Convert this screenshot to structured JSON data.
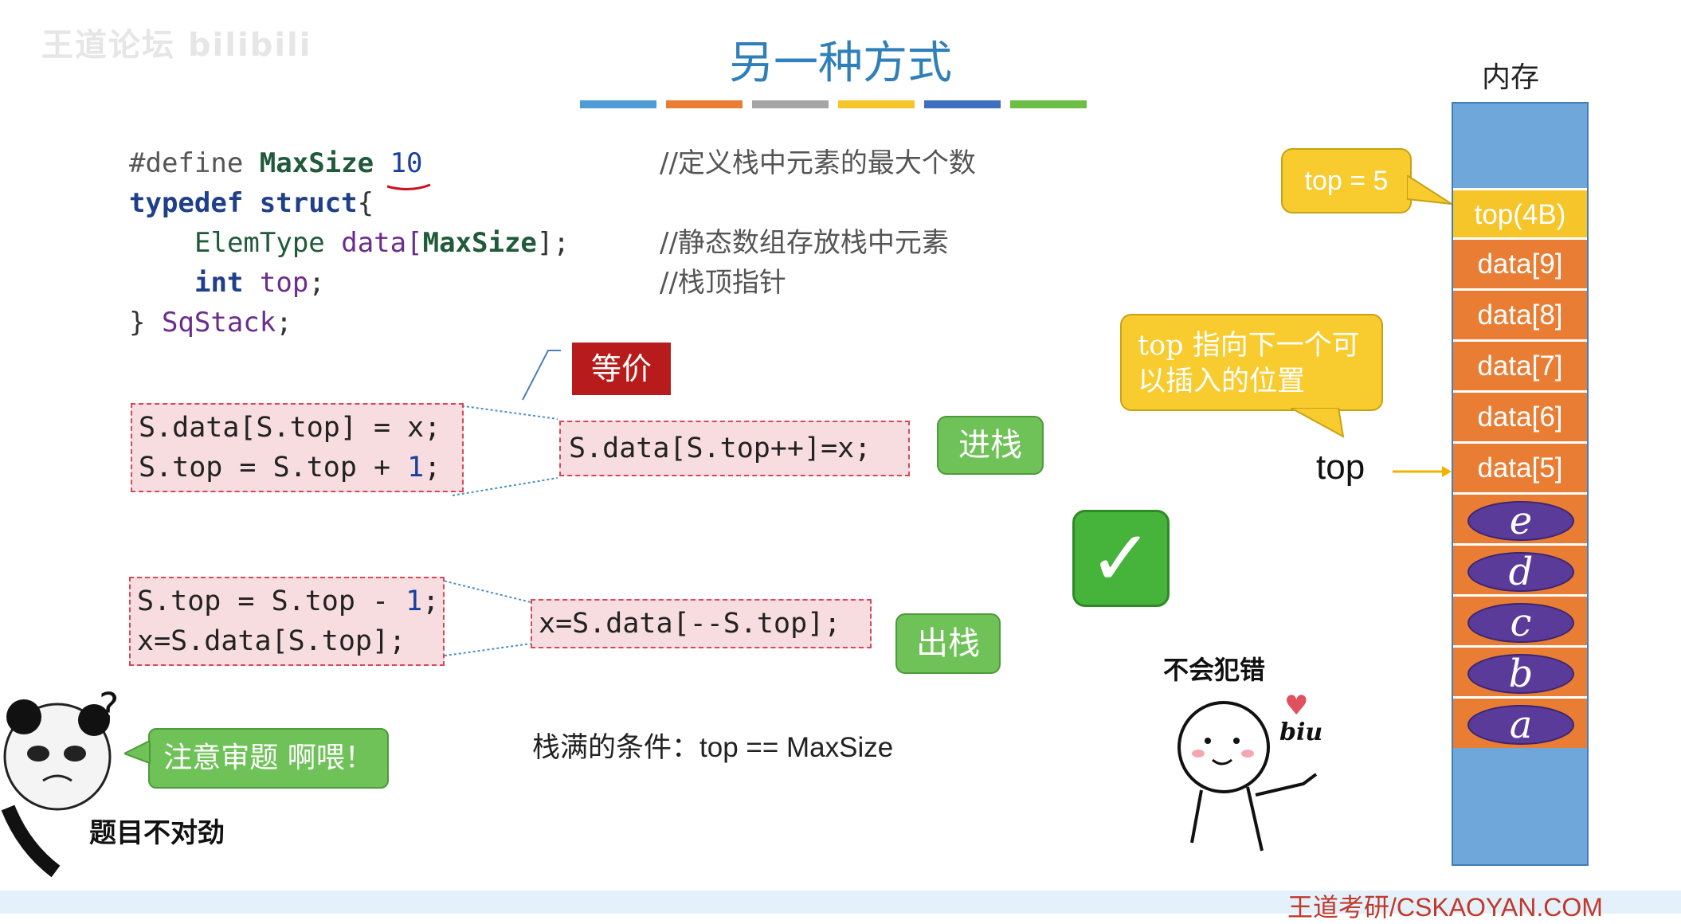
{
  "watermark": {
    "text": "王道论坛 bilibili"
  },
  "slide": {
    "title": "另一种方式"
  },
  "title_bar_colors": [
    "#4f9bd6",
    "#ea7d34",
    "#a5a5a5",
    "#f5c52a",
    "#3f6fbf",
    "#6cbe45"
  ],
  "code": {
    "line1": {
      "kw": "#define",
      "name": "MaxSize",
      "num": "10",
      "comment": "//定义栈中元素的最大个数"
    },
    "line2": {
      "kw1": "typedef",
      "kw2": "struct",
      "rest": "{"
    },
    "line3": {
      "type": "ElemType",
      "mid": " data[",
      "size": "MaxSize",
      "end": "];",
      "comment": "//静态数组存放栈中元素"
    },
    "line4": {
      "kw": "int",
      "name": " top",
      "end": ";",
      "comment": "//栈顶指针"
    },
    "line5": {
      "brace": "} ",
      "name": "SqStack",
      "end": ";"
    }
  },
  "push": {
    "box_line1": "S.data[S.top] = x;",
    "box_line2_a": "S.top = S.top + ",
    "box_line2_n": "1",
    "box_line2_b": ";",
    "equiv_label": "等价",
    "combined": "S.data[S.top++]=x;",
    "tag": "进栈"
  },
  "pop": {
    "box_line1_a": "S.top = S.top - ",
    "box_line1_n": "1",
    "box_line1_b": ";",
    "box_line2": "x=S.data[S.top];",
    "combined": "x=S.data[--S.top];",
    "tag": "出栈"
  },
  "notes": {
    "top_eq": "top = 5",
    "top_points": "top 指向下一个可以插入的位置",
    "top_arrow_label": "top",
    "full_condition": "栈满的条件：top == MaxSize",
    "never_wrong": "不会犯错",
    "biu": "biu",
    "attention": "注意审题 啊喂！",
    "meme_caption": "题目不对劲"
  },
  "memory": {
    "label": "内存",
    "top_cell": "top(4B)",
    "cells": [
      "data[9]",
      "data[8]",
      "data[7]",
      "data[6]",
      "data[5]"
    ],
    "elements": [
      "e",
      "d",
      "c",
      "b",
      "a"
    ]
  },
  "footer": {
    "site": "王道考研/CSKAOYAN.COM"
  }
}
